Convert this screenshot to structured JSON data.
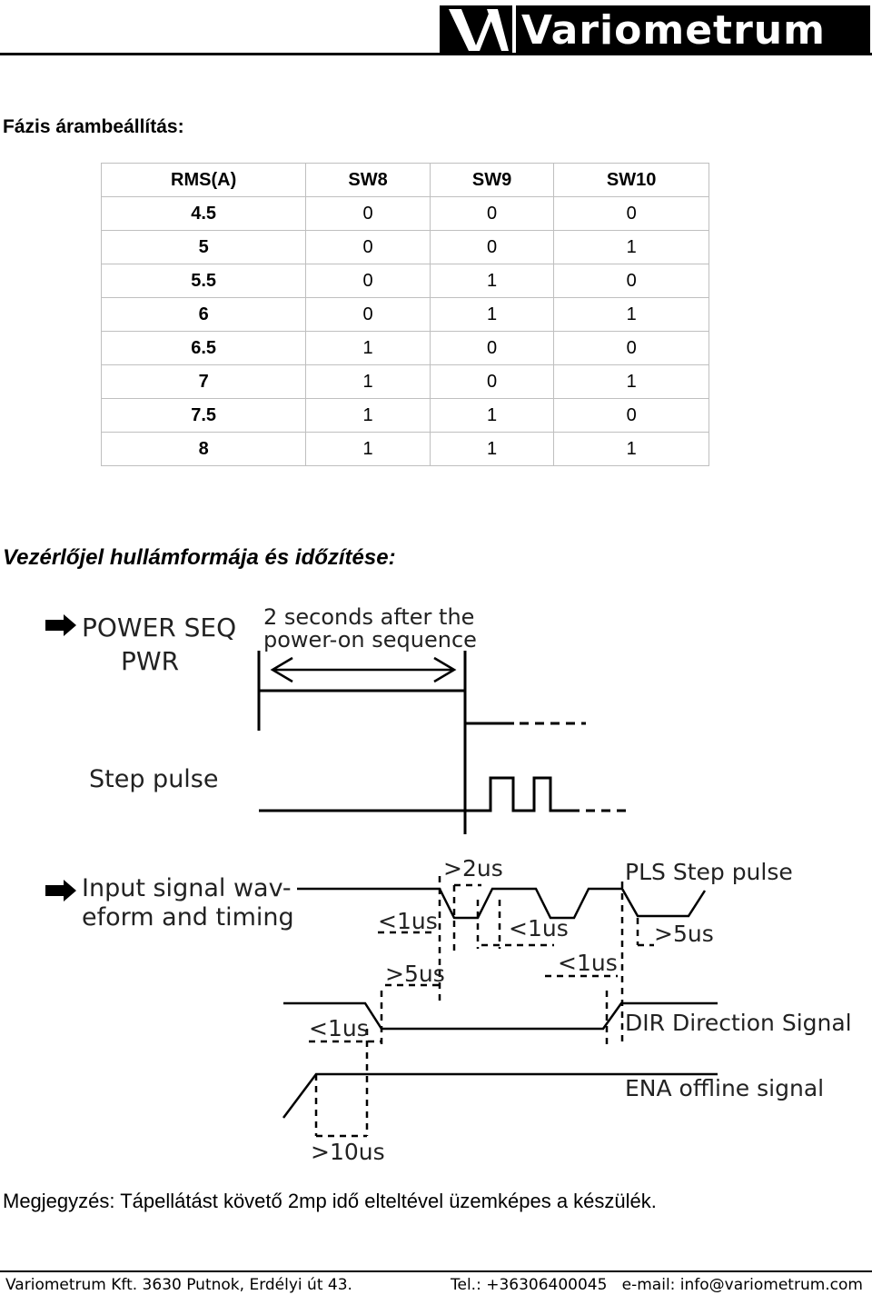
{
  "header": {
    "brand_name": "Variometrum"
  },
  "phase_current": {
    "title": "Fázis árambeállítás:",
    "columns": [
      "RMS(A)",
      "SW8",
      "SW9",
      "SW10"
    ],
    "rows": [
      [
        "4.5",
        "0",
        "0",
        "0"
      ],
      [
        "5",
        "0",
        "0",
        "1"
      ],
      [
        "5.5",
        "0",
        "1",
        "0"
      ],
      [
        "6",
        "0",
        "1",
        "1"
      ],
      [
        "6.5",
        "1",
        "0",
        "0"
      ],
      [
        "7",
        "1",
        "0",
        "1"
      ],
      [
        "7.5",
        "1",
        "1",
        "0"
      ],
      [
        "8",
        "1",
        "1",
        "1"
      ]
    ]
  },
  "waveform": {
    "title": "Vezérlőjel hullámformája és időzítése:",
    "power_seq_label_1": "POWER SEQ",
    "power_seq_label_2": "PWR",
    "delay_label_1": "2 seconds after the",
    "delay_label_2": "power-on sequence",
    "step_pulse_label": "Step pulse",
    "input_label_1": "Input signal wav-",
    "input_label_2": "eform and timing",
    "t_gt2us": ">2us",
    "t_lt1us_a": "<1us",
    "t_lt1us_b": "<1us",
    "t_lt1us_c": "<1us",
    "t_lt1us_d": "<1us",
    "t_gt5us_a": ">5us",
    "t_gt5us_b": ">5us",
    "t_gt10us": ">10us",
    "pls_label": "PLS Step pulse",
    "dir_label": "DIR Direction Signal",
    "ena_label": "ENA offline signal"
  },
  "note": "Megjegyzés: Tápellátást követő 2mp idő elteltével üzemképes a készülék.",
  "footer": {
    "company": "Variometrum Kft. 3630 Putnok, Erdélyi út 43.",
    "contact": "Tel.: +36306400045   e-mail: info@variometrum.com"
  }
}
